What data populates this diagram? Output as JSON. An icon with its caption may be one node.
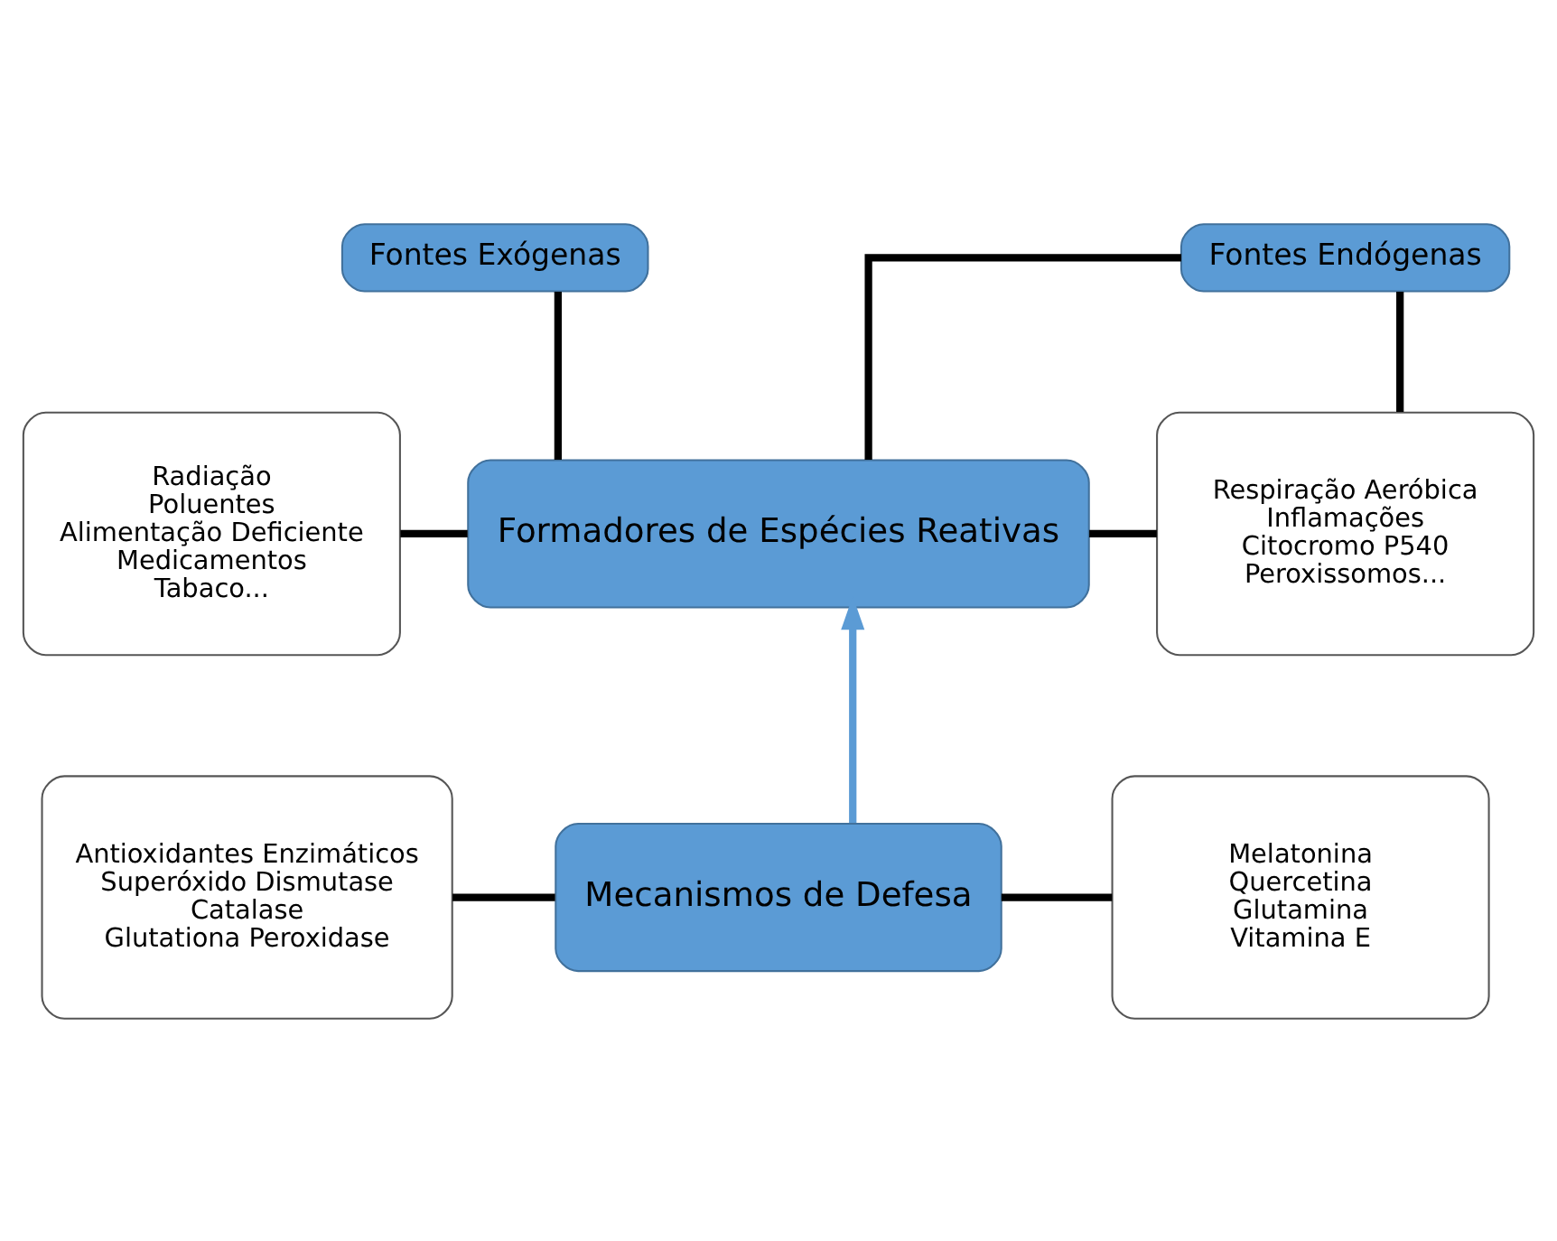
{
  "diagram": {
    "nodes": [
      {
        "text": [
          "Fontes Exógenas"
        ]
      },
      {
        "text": [
          "Fontes Endógenas"
        ]
      },
      {
        "text": [
          "Radiação",
          "Poluentes",
          "Alimentação Deficiente",
          "Medicamentos",
          "Tabaco..."
        ]
      },
      {
        "text": [
          "Formadores de Espécies Reativas"
        ]
      },
      {
        "text": [
          "Respiração Aeróbica",
          "Inflamações",
          "Citocromo P540",
          "Peroxissomos..."
        ]
      },
      {
        "text": [
          "Antioxidantes Enzimáticos",
          "Superóxido Dismutase",
          "Catalase",
          "Glutationa Peroxidase"
        ]
      },
      {
        "text": [
          "Mecanismos de Defesa"
        ]
      },
      {
        "text": [
          "Melatonina",
          "Quercetina",
          "Glutamina",
          "Vitamina E"
        ]
      }
    ],
    "edges": [
      {
        "from": 0,
        "to": 3,
        "arrow": "none"
      },
      {
        "from": 1,
        "to": 3,
        "arrow": "none"
      },
      {
        "from": 1,
        "to": 4,
        "arrow": "none"
      },
      {
        "from": 2,
        "to": 3,
        "arrow": "none"
      },
      {
        "from": 3,
        "to": 4,
        "arrow": "none"
      },
      {
        "from": 6,
        "to": 3,
        "arrow": "to",
        "color": "#5b9bd5"
      },
      {
        "from": 5,
        "to": 6,
        "arrow": "none"
      },
      {
        "from": 6,
        "to": 7,
        "arrow": "none"
      }
    ]
  }
}
